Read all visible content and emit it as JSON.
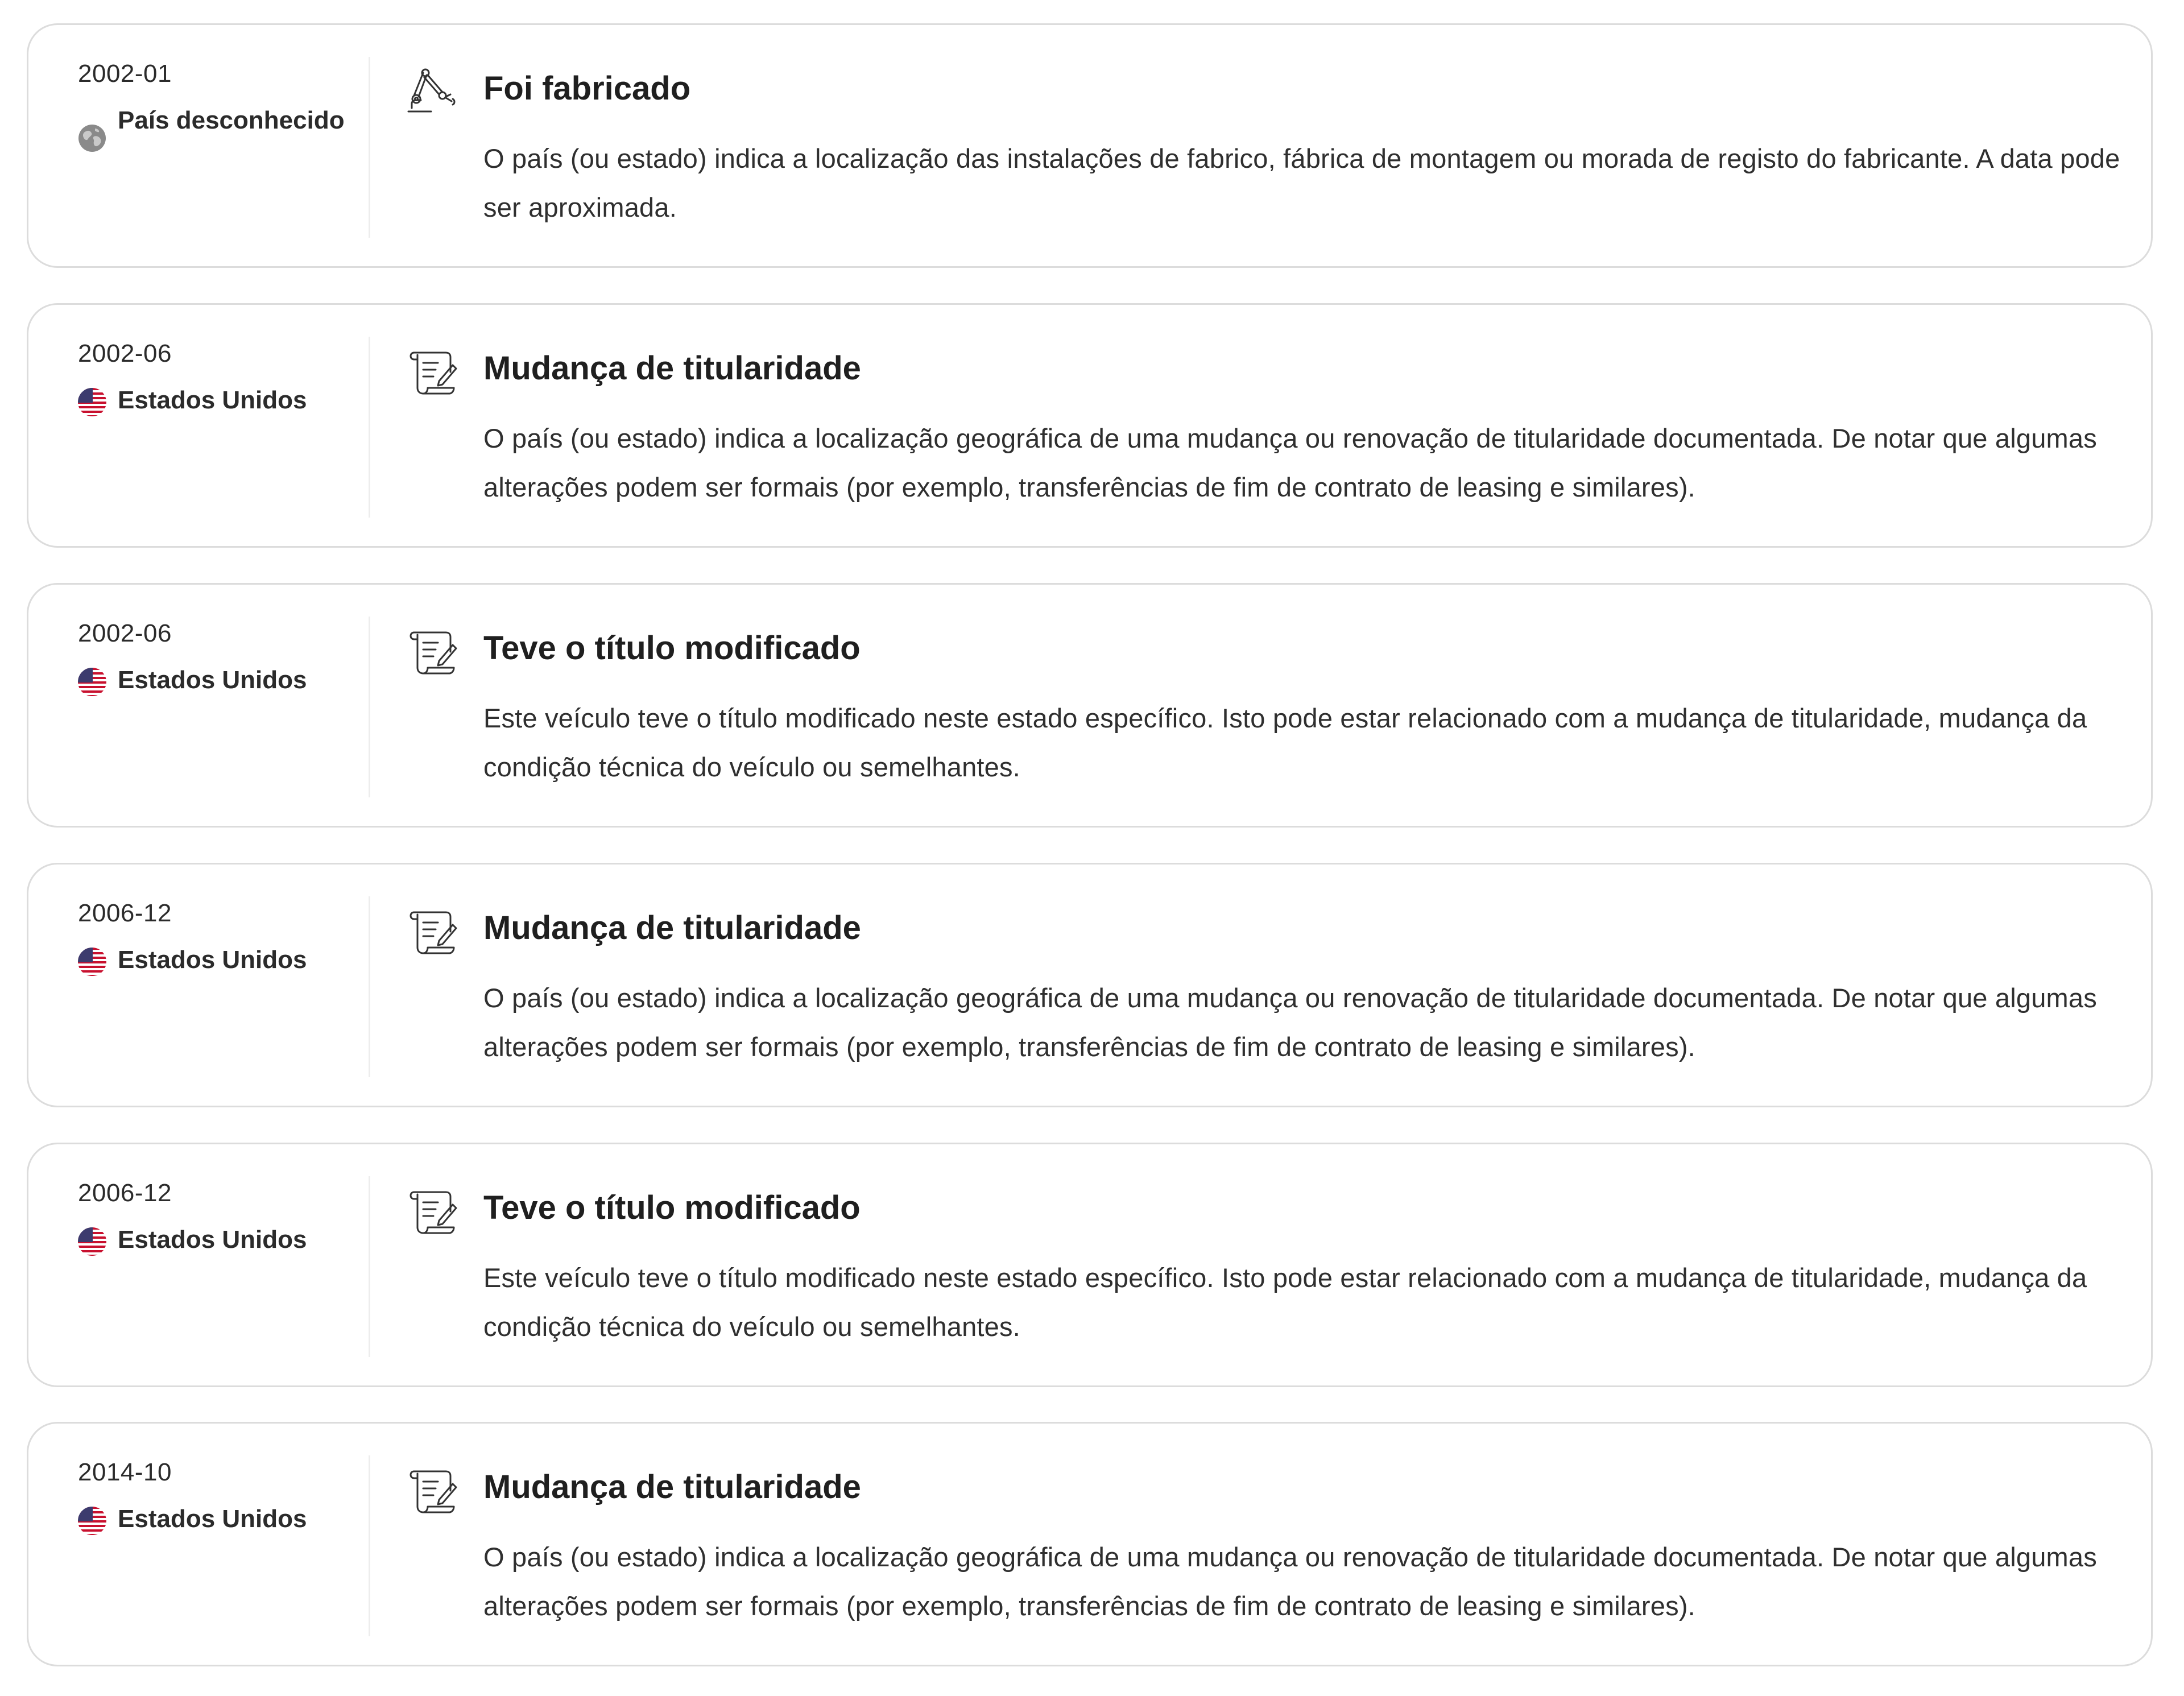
{
  "events": [
    {
      "date": "2002-01",
      "country": "País desconhecido",
      "country_icon": "globe-icon",
      "title": "Foi fabricado",
      "icon": "robotic-arm-icon",
      "description": "O país (ou estado) indica a localização das instalações de fabrico, fábrica de montagem ou morada de registo do fabricante. A data pode ser aproximada."
    },
    {
      "date": "2002-06",
      "country": "Estados Unidos",
      "country_icon": "us-flag-icon",
      "title": "Mudança de titularidade",
      "icon": "document-scroll-icon",
      "description": "O país (ou estado) indica a localização geográfica de uma mudança ou renovação de titularidade documentada. De notar que algumas alterações podem ser formais (por exemplo, transferências de fim de contrato de leasing e similares)."
    },
    {
      "date": "2002-06",
      "country": "Estados Unidos",
      "country_icon": "us-flag-icon",
      "title": "Teve o título modificado",
      "icon": "document-scroll-icon",
      "description": "Este veículo teve o título modificado neste estado específico. Isto pode estar relacionado com a mudança de titularidade, mudança da condição técnica do veículo ou semelhantes."
    },
    {
      "date": "2006-12",
      "country": "Estados Unidos",
      "country_icon": "us-flag-icon",
      "title": "Mudança de titularidade",
      "icon": "document-scroll-icon",
      "description": "O país (ou estado) indica a localização geográfica de uma mudança ou renovação de titularidade documentada. De notar que algumas alterações podem ser formais (por exemplo, transferências de fim de contrato de leasing e similares)."
    },
    {
      "date": "2006-12",
      "country": "Estados Unidos",
      "country_icon": "us-flag-icon",
      "title": "Teve o título modificado",
      "icon": "document-scroll-icon",
      "description": "Este veículo teve o título modificado neste estado específico. Isto pode estar relacionado com a mudança de titularidade, mudança da condição técnica do veículo ou semelhantes."
    },
    {
      "date": "2014-10",
      "country": "Estados Unidos",
      "country_icon": "us-flag-icon",
      "title": "Mudança de titularidade",
      "icon": "document-scroll-icon",
      "description": "O país (ou estado) indica a localização geográfica de uma mudança ou renovação de titularidade documentada. De notar que algumas alterações podem ser formais (por exemplo, transferências de fim de contrato de leasing e similares)."
    }
  ]
}
